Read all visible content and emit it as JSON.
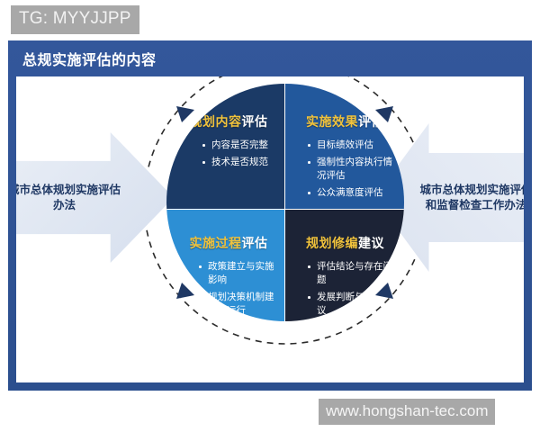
{
  "watermarks": {
    "top": "TG: MYYJJPP",
    "bottom": "www.hongshan-tec.com"
  },
  "slide": {
    "title": "总规实施评估的内容"
  },
  "arrows": {
    "left": "城市总体规划实施评估办法",
    "right": "城市总体规划实施评估\n和监督检查工作办法"
  },
  "wheel": {
    "quadrants": [
      {
        "id": "planning-content-evaluation",
        "title_highlight": "规划内容",
        "title_rest": "评估",
        "color": "#1b3a66",
        "items": [
          "内容是否完整",
          "技术是否规范"
        ]
      },
      {
        "id": "implementation-effect-evaluation",
        "title_highlight": "实施效果",
        "title_rest": "评估",
        "color": "#22589c",
        "items": [
          "目标绩效评估",
          "强制性内容执行情况评估",
          "公众满意度评估"
        ]
      },
      {
        "id": "implementation-process-evaluation",
        "title_highlight": "实施过程",
        "title_rest": "评估",
        "color": "#2d8fd4",
        "items": [
          "政策建立与实施影响",
          "规划决策机制建立与运行"
        ]
      },
      {
        "id": "planning-revision-suggestion",
        "title_highlight": "规划修编",
        "title_rest": "建议",
        "color": "#1c2336",
        "items": [
          "评估结论与存在问题",
          "发展判断与修编建议"
        ]
      }
    ]
  },
  "colors": {
    "frame_blue": "#2f5597",
    "title_gold": "#f0c23c",
    "arrow_fill": "#dfe6f1",
    "arrow_text": "#1f3864",
    "orbit_dash": "#2b2b2b",
    "watermark_bg": "#a8a8a8"
  }
}
